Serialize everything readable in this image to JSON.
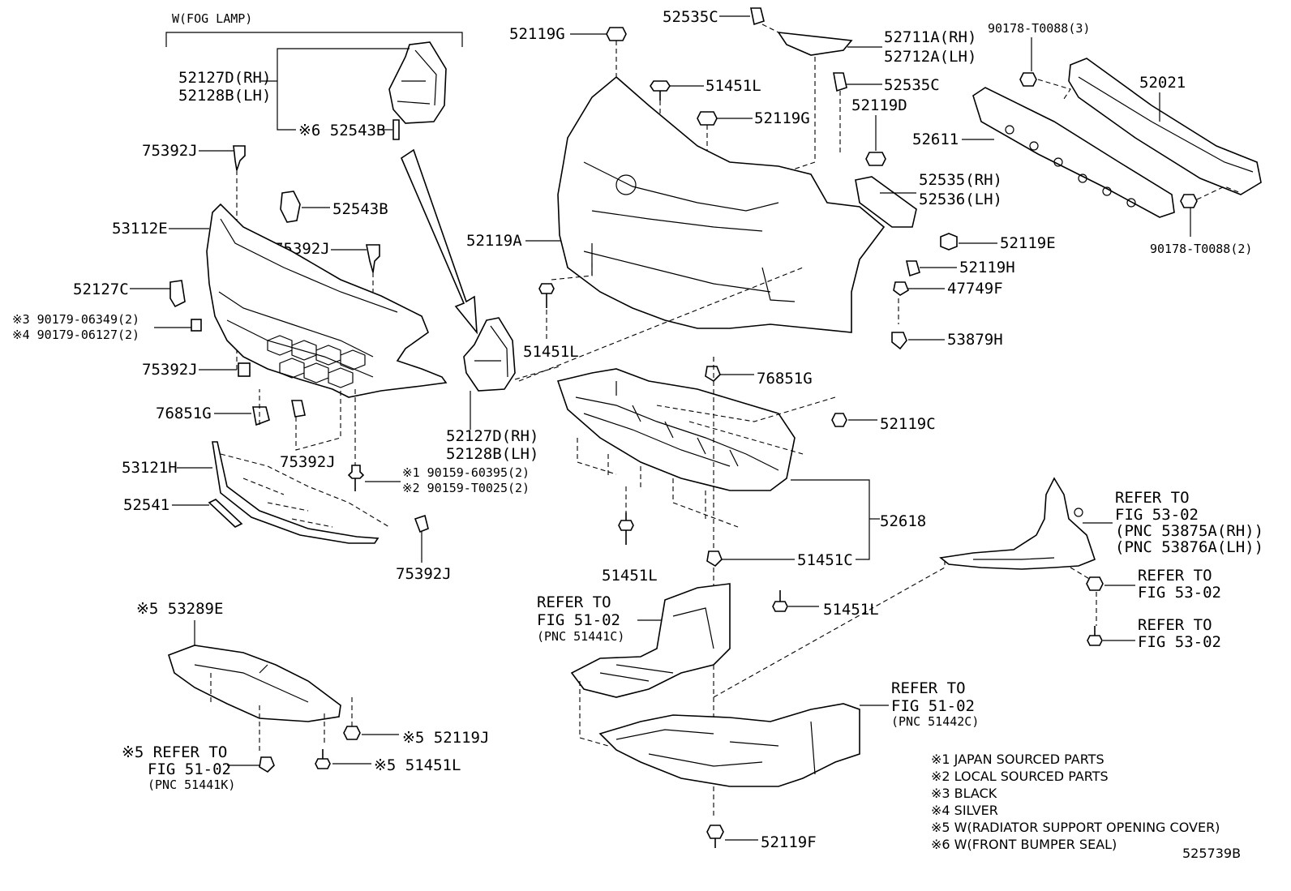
{
  "labels": {
    "fog_lamp": "W(FOG LAMP)",
    "l52127d": "52127D(RH)",
    "l52128b": "52128B(LH)",
    "l52543b_top": "※6 52543B",
    "l75392j_a": "75392J",
    "l53112e": "53112E",
    "l52543b": "52543B",
    "l75392j_b": "75392J",
    "l52127c": "52127C",
    "l90179_a": "※3 90179-06349(2)",
    "l90179_b": "※4 90179-06127(2)",
    "l75392j_c": "75392J",
    "l76851g_a": "76851G",
    "l75392j_d": "75392J",
    "l53121h": "53121H",
    "l90159_a": "※1 90159-60395(2)",
    "l90159_b": "※2 90159-T0025(2)",
    "l52541": "52541",
    "l75392j_e": "75392J",
    "l52127d_b": "52127D(RH)",
    "l52128b_b": "52128B(LH)",
    "l51451l_a": "51451L",
    "l52119g_a": "52119G",
    "l52535c_a": "52535C",
    "l52711a": "52711A(RH)",
    "l52712a": "52712A(LH)",
    "l51451l_b": "51451L",
    "l52535c_b": "52535C",
    "l52119g_b": "52119G",
    "l52119d": "52119D",
    "l52535": "52535(RH)",
    "l52536": "52536(LH)",
    "l52119a": "52119A",
    "l52119e": "52119E",
    "l52119h": "52119H",
    "l47749f": "47749F",
    "l53879h": "53879H",
    "l90178_a": "90178-T0088(3)",
    "l52021": "52021",
    "l52611": "52611",
    "l90178_b": "90178-T0088(2)",
    "l76851g_b": "76851G",
    "l52119c": "52119C",
    "l52618": "52618",
    "l51451l_c": "51451L",
    "l51451c": "51451C",
    "l51451l_d": "51451L",
    "l53289e": "※5 53289E",
    "l52119j": "※5 52119J",
    "l51451l_e": "※5 51451L",
    "l52119f": "52119F",
    "ref_5144k_1": "※5 REFER TO",
    "ref_5144k_2": "FIG 51-02",
    "ref_5144k_3": "(PNC 51441K)",
    "ref_51441c_1": "REFER TO",
    "ref_51441c_2": "FIG 51-02",
    "ref_51441c_3": "(PNC 51441C)",
    "ref_51442c_1": "REFER TO",
    "ref_51442c_2": "FIG 51-02",
    "ref_51442c_3": "(PNC 51442C)",
    "ref_53875_1": "REFER TO",
    "ref_53875_2": "FIG 53-02",
    "ref_53875_3": "(PNC 53875A(RH))",
    "ref_53875_4": "(PNC 53876A(LH))",
    "ref_5302a_1": "REFER TO",
    "ref_5302a_2": "FIG 53-02",
    "ref_5302b_1": "REFER TO",
    "ref_5302b_2": "FIG 53-02"
  },
  "notes": [
    "※1 JAPAN SOURCED PARTS",
    "※2 LOCAL SOURCED PARTS",
    "※3 BLACK",
    "※4 SILVER",
    "※5 W(RADIATOR SUPPORT OPENING COVER)",
    "※6 W(FRONT BUMPER SEAL)"
  ],
  "diagram_id": "525739B"
}
